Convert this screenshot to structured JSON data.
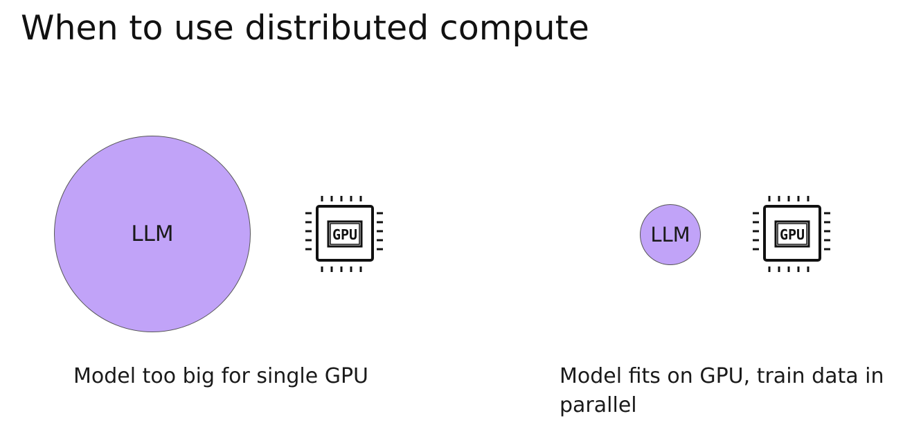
{
  "slide": {
    "title": "When to use distributed compute"
  },
  "scenarios": [
    {
      "model_label": "LLM",
      "chip_label": "GPU",
      "caption": "Model too big for single GPU"
    },
    {
      "model_label": "LLM",
      "chip_label": "GPU",
      "caption": "Model fits on GPU, train data in parallel"
    }
  ],
  "colors": {
    "model_fill": "#c1a3f8",
    "chip_stroke": "#111111",
    "text": "#111111"
  },
  "icons": [
    "gpu-chip-icon"
  ]
}
